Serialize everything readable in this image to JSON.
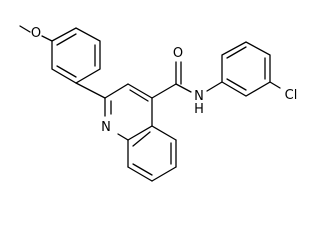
{
  "molecule": {
    "atoms": {
      "methoxy_o": "O",
      "carbonyl_o": "O",
      "amide_n": "N",
      "amide_h": "H",
      "chlorine": "Cl",
      "quinoline_n": "N"
    }
  }
}
